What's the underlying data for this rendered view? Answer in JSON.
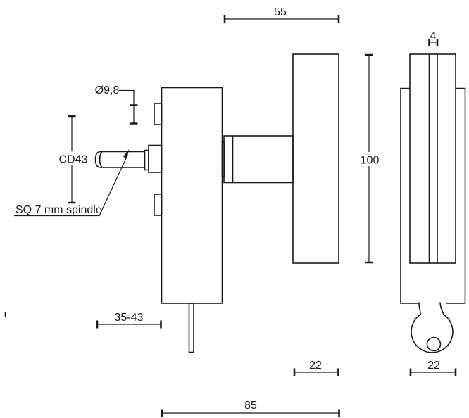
{
  "drawing": {
    "background": "#ffffff",
    "line_color": "#1a1a1a",
    "dimensions": {
      "knob_length": "55",
      "rib_thickness": "4",
      "collar_diameter": "Ø9,8",
      "centre_distance": "CD43",
      "handle_height": "100",
      "spindle_note": "SQ 7 mm spindle",
      "backset_range": "35-43",
      "knob_width_front": "22",
      "knob_width_side": "22",
      "overall_depth": "85"
    }
  }
}
